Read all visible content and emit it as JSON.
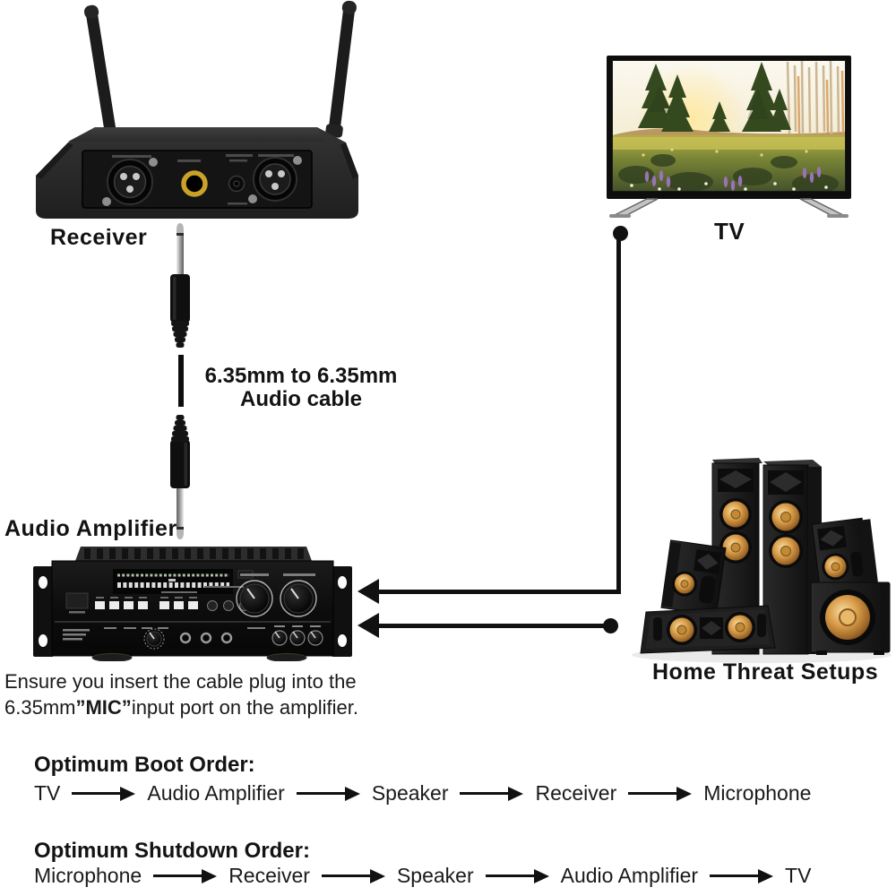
{
  "labels": {
    "receiver": "Receiver",
    "tv": "TV",
    "cable_line1": "6.35mm to 6.35mm",
    "cable_line2": "Audio cable",
    "amplifier": "Audio Amplifier",
    "speakers": "Home Threat Setups"
  },
  "note": {
    "line1": "Ensure you insert the cable plug into the",
    "line2_prefix": "6.35mm",
    "line2_mic": "”MIC”",
    "line2_suffix": "input port on the amplifier."
  },
  "boot_order": {
    "title": "Optimum Boot Order:",
    "items": [
      "TV",
      "Audio Amplifier",
      "Speaker",
      "Receiver",
      "Microphone"
    ]
  },
  "shutdown_order": {
    "title": "Optimum Shutdown Order:",
    "items": [
      "Microphone",
      "Receiver",
      "Speaker",
      "Audio Amplifier",
      "TV"
    ]
  },
  "colors": {
    "diagram_line": "#111111",
    "jack_gold": "#c9a227",
    "speaker_cone": "#cf9140"
  }
}
